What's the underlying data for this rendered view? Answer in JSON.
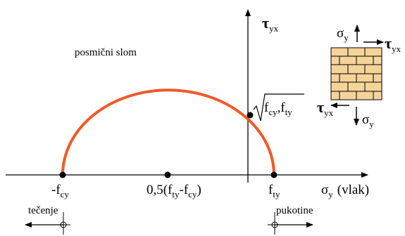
{
  "diagram": {
    "axis_y_label": {
      "main": "τ",
      "sub": "yx"
    },
    "region_label": "posmični slom",
    "x_axis_label": {
      "main": "σ",
      "sub": "y",
      "suffix": "(vlak)"
    },
    "point_left": {
      "main": "-f",
      "sub": "cy"
    },
    "point_center": {
      "pre": "0,5(f",
      "sub1": "ty",
      "mid": "-f",
      "sub2": "cy",
      "post": ")"
    },
    "point_right": {
      "main": "f",
      "sub": "ty"
    },
    "arc_point_label": {
      "main1": "f",
      "sub1": "cy",
      "sep": ",f",
      "sub2": "ty"
    },
    "left_arrow_label": "tečenje",
    "right_arrow_label": "pukotine",
    "inset": {
      "sigma_top": {
        "main": "σ",
        "sub": "y"
      },
      "tau_right": {
        "main": "τ",
        "sub": "yx"
      },
      "tau_left": {
        "main": "τ",
        "sub": "yx"
      },
      "sigma_bottom": {
        "main": "σ",
        "sub": "y"
      }
    }
  },
  "colors": {
    "arc": "#f05a28",
    "brick_fill": "#f5d49a",
    "line": "#000000"
  }
}
